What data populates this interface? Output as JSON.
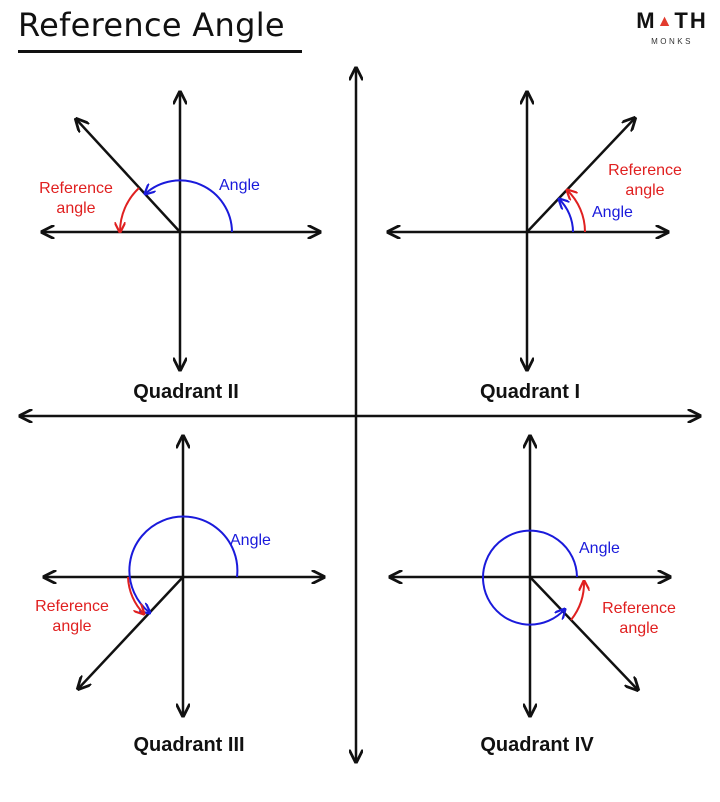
{
  "title": "Reference Angle",
  "logo": {
    "text_before": "M",
    "text_after": "TH",
    "sub": "MONKS"
  },
  "colors": {
    "axis": "#111111",
    "angle": "#1a1adb",
    "reference": "#e02020",
    "logo_accent": "#e23b2e"
  },
  "labels": {
    "angle": "Angle",
    "reference_line1": "Reference",
    "reference_line2": "angle"
  },
  "quadrants": {
    "q1": {
      "label": "Quadrant I"
    },
    "q2": {
      "label": "Quadrant II"
    },
    "q3": {
      "label": "Quadrant III"
    },
    "q4": {
      "label": "Quadrant IV"
    }
  }
}
